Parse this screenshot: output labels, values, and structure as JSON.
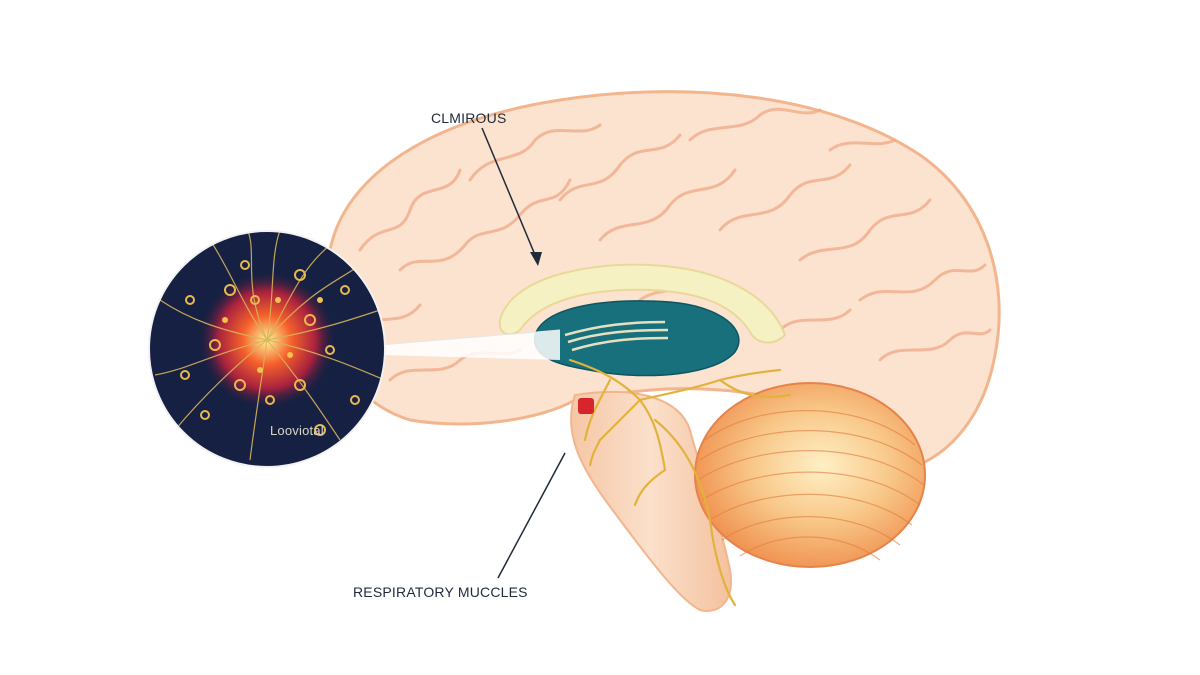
{
  "labels": {
    "top_callout": "CLMIROUS",
    "bottom_callout": "RESPIRATORY MUCCLES",
    "inset_caption": "Looviotal"
  },
  "colors": {
    "brain_fill": "#fbe3cf",
    "brain_outline": "#f2b58d",
    "gyri_lines": "#f0a986",
    "ventricle": "#17707c",
    "corpus": "#f6f1c2",
    "cerebellum": "#f3a462",
    "brainstem": "#f8d6bd",
    "inset_bg": "#152042",
    "nerve": "#e3b23c",
    "inset_glow": "#f6612b",
    "pointer": "#1f2a3a"
  },
  "icons": {
    "inset": "neuron-cluster-icon",
    "brain": "brain-sagittal-icon"
  }
}
